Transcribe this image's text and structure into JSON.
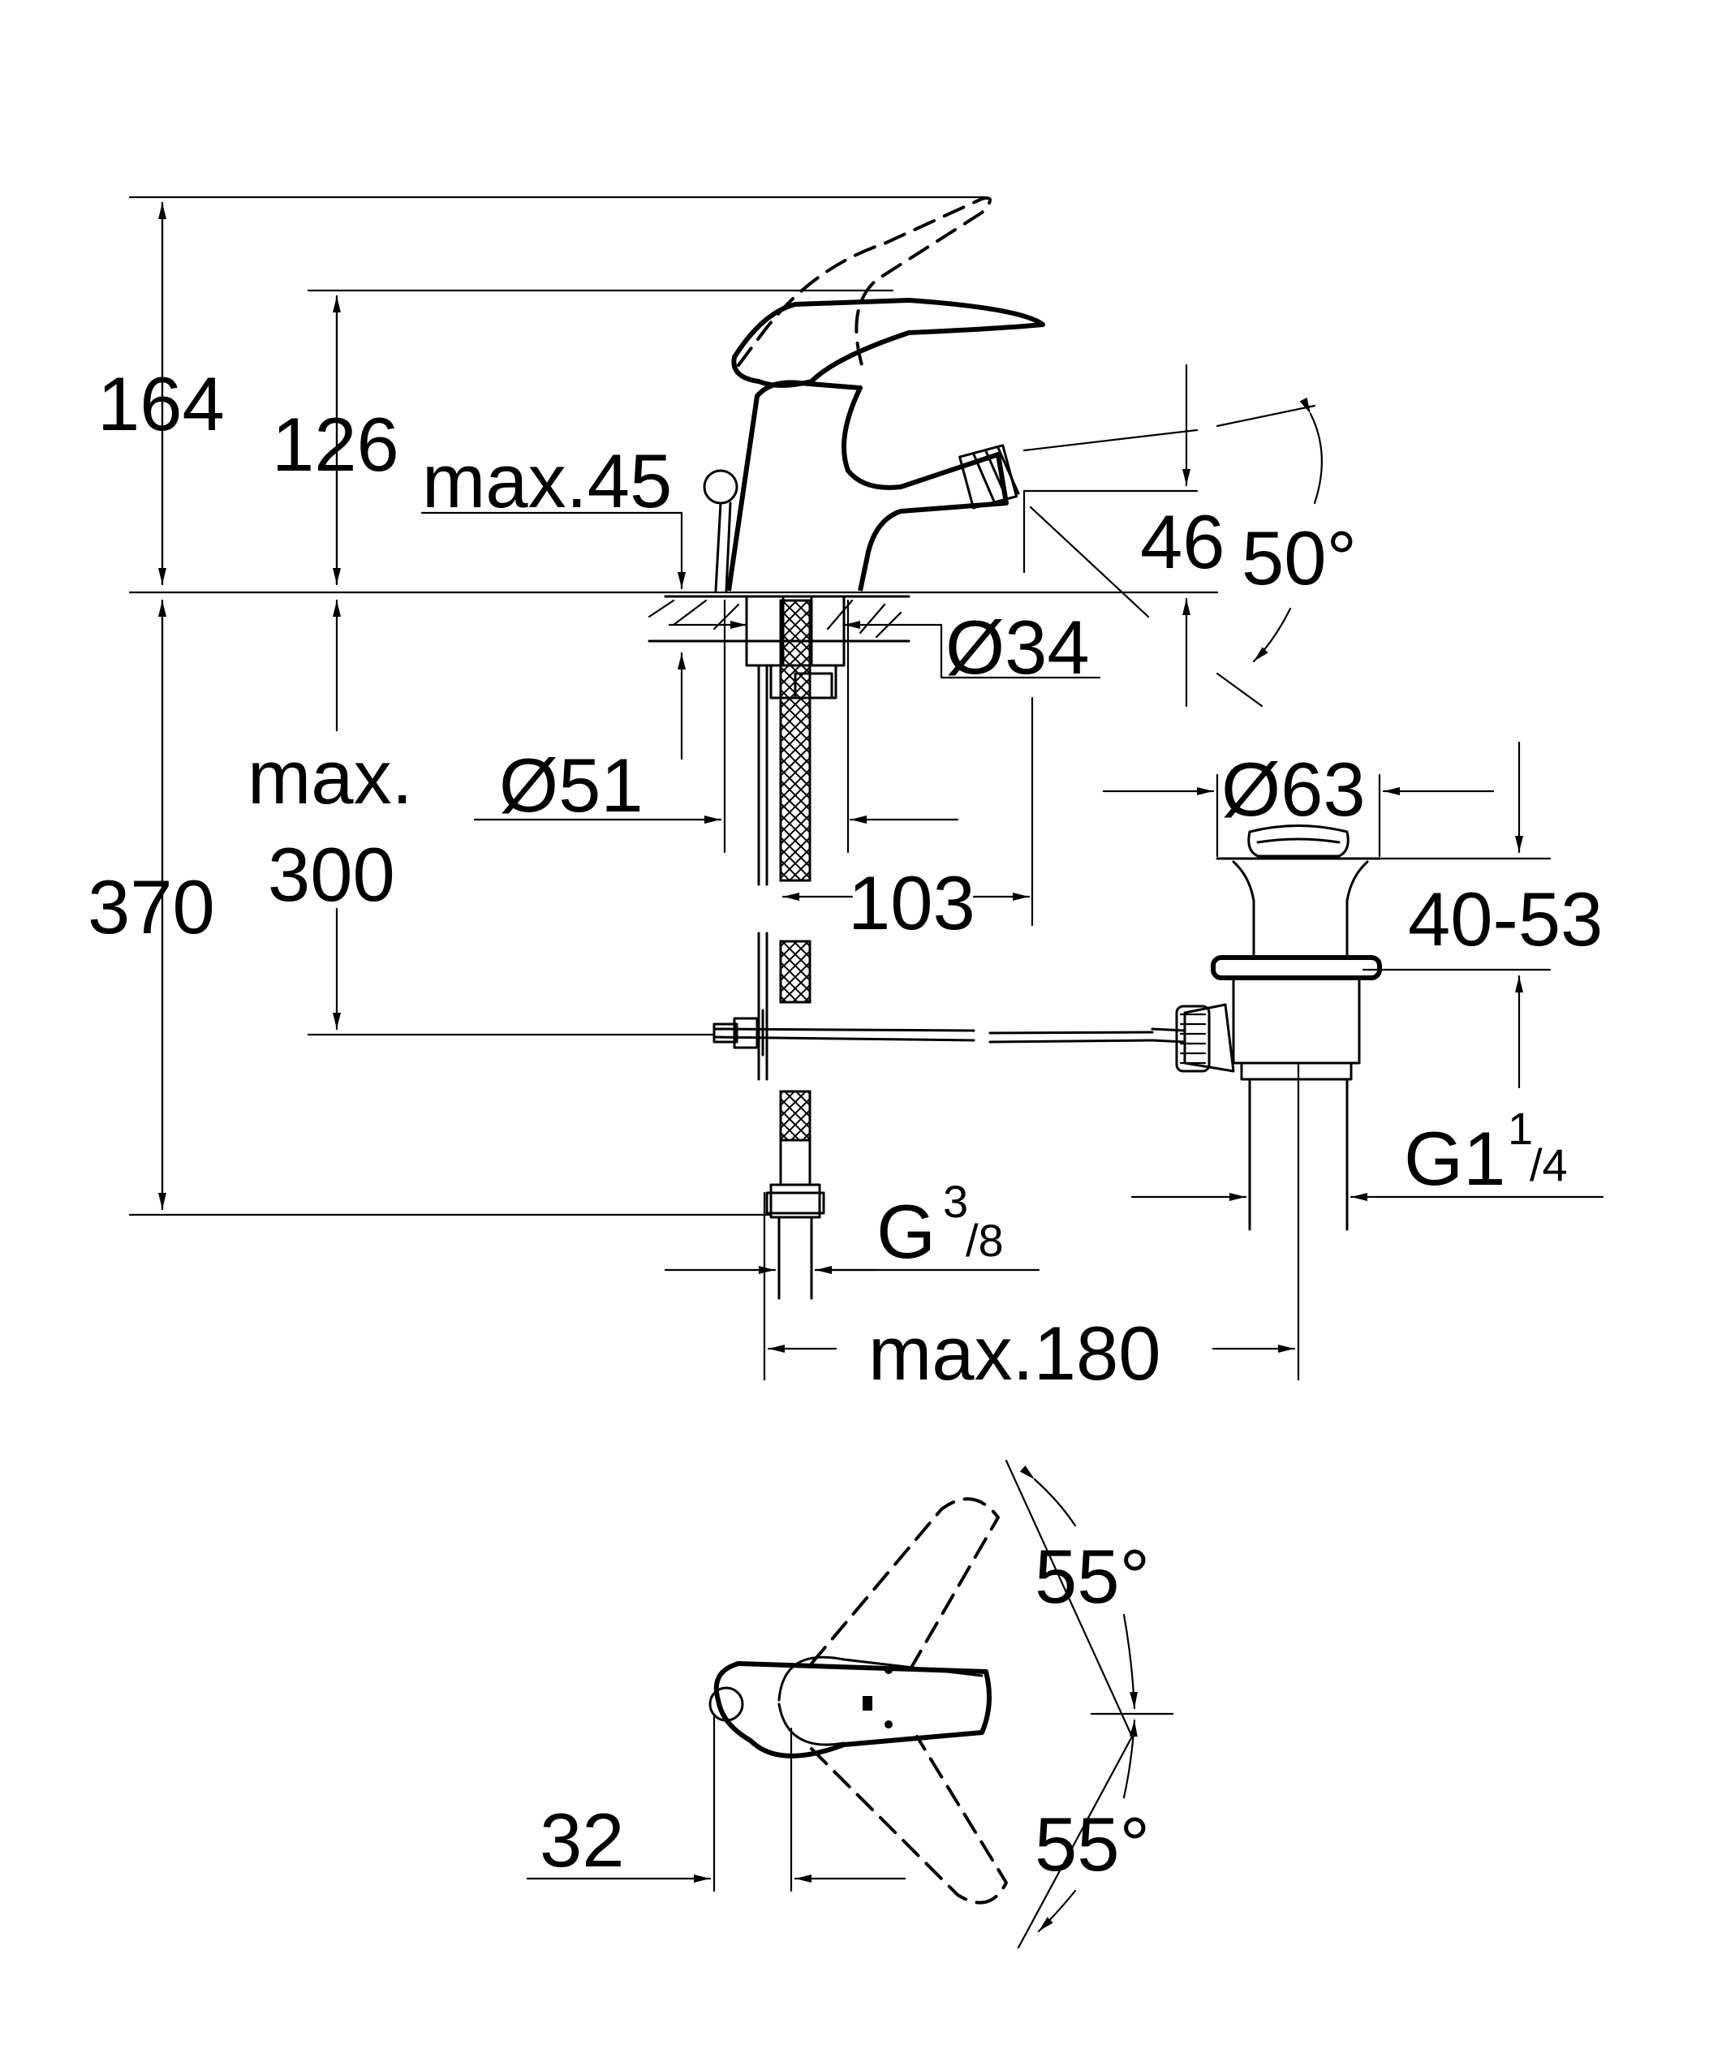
{
  "dimensions": {
    "d164": "164",
    "d126": "126",
    "max45": "max.45",
    "d46": "46",
    "d50deg": "50°",
    "d34": "Ø34",
    "d51": "Ø51",
    "max_label": "max.",
    "d300": "300",
    "d370": "370",
    "d103": "103",
    "d63": "Ø63",
    "d40_53": "40-53",
    "g114_main": "G1",
    "g114_num": "1",
    "g114_slash": "/4",
    "g38_main": "G",
    "g38_num": "3",
    "g38_slash": "/8",
    "max180": "max.180",
    "d55_top": "55°",
    "d55_bottom": "55°",
    "d32": "32"
  }
}
